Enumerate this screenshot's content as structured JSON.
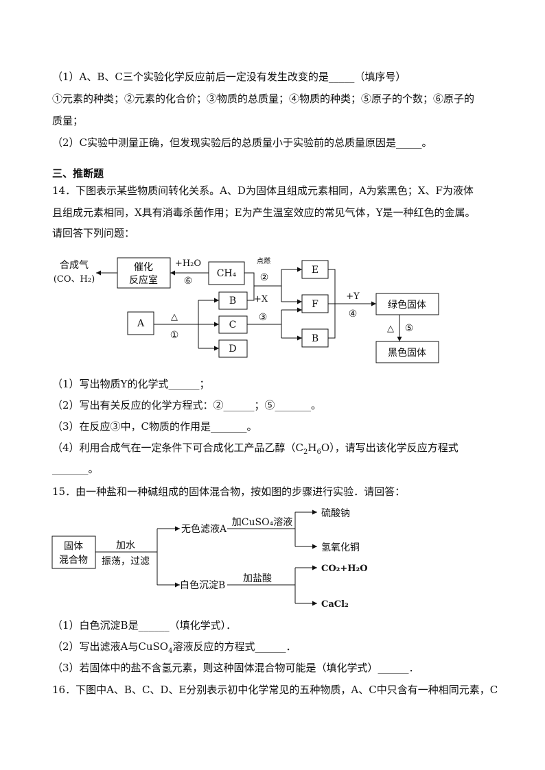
{
  "q13": {
    "part1": "（1）A、B、C三个实验化学反应前后一定没有发生改变的是_____（填序号）",
    "options_line1": "①元素的种类；②元素的化合价；③物质的总质量；④物质的种类；⑤原子的个数；⑥原子的",
    "options_line2": "质量；",
    "part2": "（2）C实验中测量正确，但发现实验后的总质量小于实验前的总质量原因是_____。"
  },
  "section_heading": "三、推断题",
  "q14": {
    "stem_line1": "14．下图表示某些物质间转化关系。A、D为固体且组成元素相同，A为紫黑色；X、F为液体",
    "stem_line2": "且组成元素相同，X具有消毒杀菌作用；E为产生温室效应的常见气体，Y是一种红色的金属。",
    "stem_line3": "请回答下列问题：",
    "diagram": {
      "syngas_label": "合成气",
      "syngas_formula": "(CO、H₂)",
      "catalytic_line1": "催化",
      "catalytic_line2": "反应室",
      "plus_h2o": "+H₂O",
      "step6": "⑥",
      "ch4": "CH₄",
      "ignite": "点燃",
      "step2": "②",
      "plus_x": "+X",
      "box_e": "E",
      "box_f": "F",
      "box_b1": "B",
      "box_b2": "B",
      "box_c": "C",
      "box_d": "D",
      "box_a": "A",
      "heat1": "△",
      "step1": "①",
      "step3": "③",
      "plus_y": "+Y",
      "step4": "④",
      "green_solid": "绿色固体",
      "heat5": "△",
      "step5": "⑤",
      "black_solid": "黑色固体"
    },
    "q1": "（1）写出物质Y的化学式______；",
    "q2": "（2）写出有关反应的化学方程式：②______；⑤_______。",
    "q3": "（3）在反应③中，C物质的作用是_______。",
    "q4_a": "（4）利用合成气在一定条件下可合成化工产品乙醇（",
    "q4_formula_c": "C",
    "q4_sub2": "2",
    "q4_formula_h": "H",
    "q4_sub6": "6",
    "q4_formula_o": "O",
    "q4_b": "），请写出该化学反应方程式",
    "q4_blank": "_______。"
  },
  "q15": {
    "stem": "15．由一种盐和一种碱组成的固体混合物，按如图的步骤进行实验．请回答：",
    "diagram": {
      "solid_line1": "固体",
      "solid_line2": "混合物",
      "add_water": "加水",
      "shake_filter": "振荡，过滤",
      "filtrate_a": "无色滤液A",
      "add_cuso4": "加CuSO₄溶液",
      "sodium_sulfate": "硫酸钠",
      "cu_hydroxide": "氢氧化铜",
      "precipitate_b": "白色沉淀B",
      "add_hcl": "加盐酸",
      "co2_h2o": "CO₂+H₂O",
      "cacl2": "CaCl₂"
    },
    "q1": "（1）白色沉淀B是______（填化学式）．",
    "q2_a": "（2）写出滤液A与CuSO",
    "q2_sub4": "4",
    "q2_b": "溶液反应的方程式______．",
    "q3": "（3）若固体中的盐不含氢元素，则这种固体混合物可能是（填化学式）______．"
  },
  "q16": {
    "stem": "16．下图中A、B、C、D、E分别表示初中化学常见的五种物质，A、C中只含有一种相同元素，C"
  }
}
